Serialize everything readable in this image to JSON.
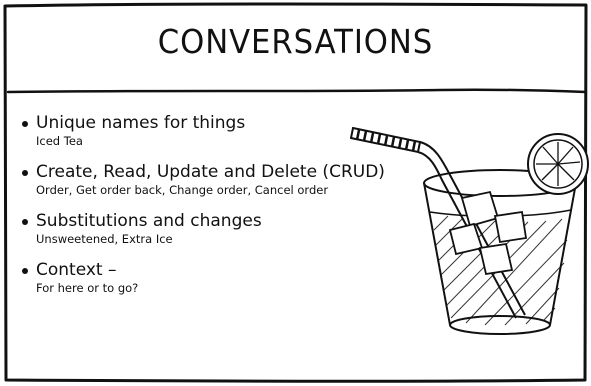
{
  "title": "CONVERSATIONS",
  "bullets": [
    {
      "heading": "Unique names for things",
      "detail": "Iced Tea"
    },
    {
      "heading": "Create, Read, Update and Delete (CRUD)",
      "detail": "Order, Get order back, Change order, Cancel order"
    },
    {
      "heading": "Substitutions and changes",
      "detail": "Unsweetened, Extra Ice"
    },
    {
      "heading": "Context –",
      "detail": "For here or to go?"
    }
  ],
  "illustration": "iced-tea-glass-with-straw-and-lemon"
}
